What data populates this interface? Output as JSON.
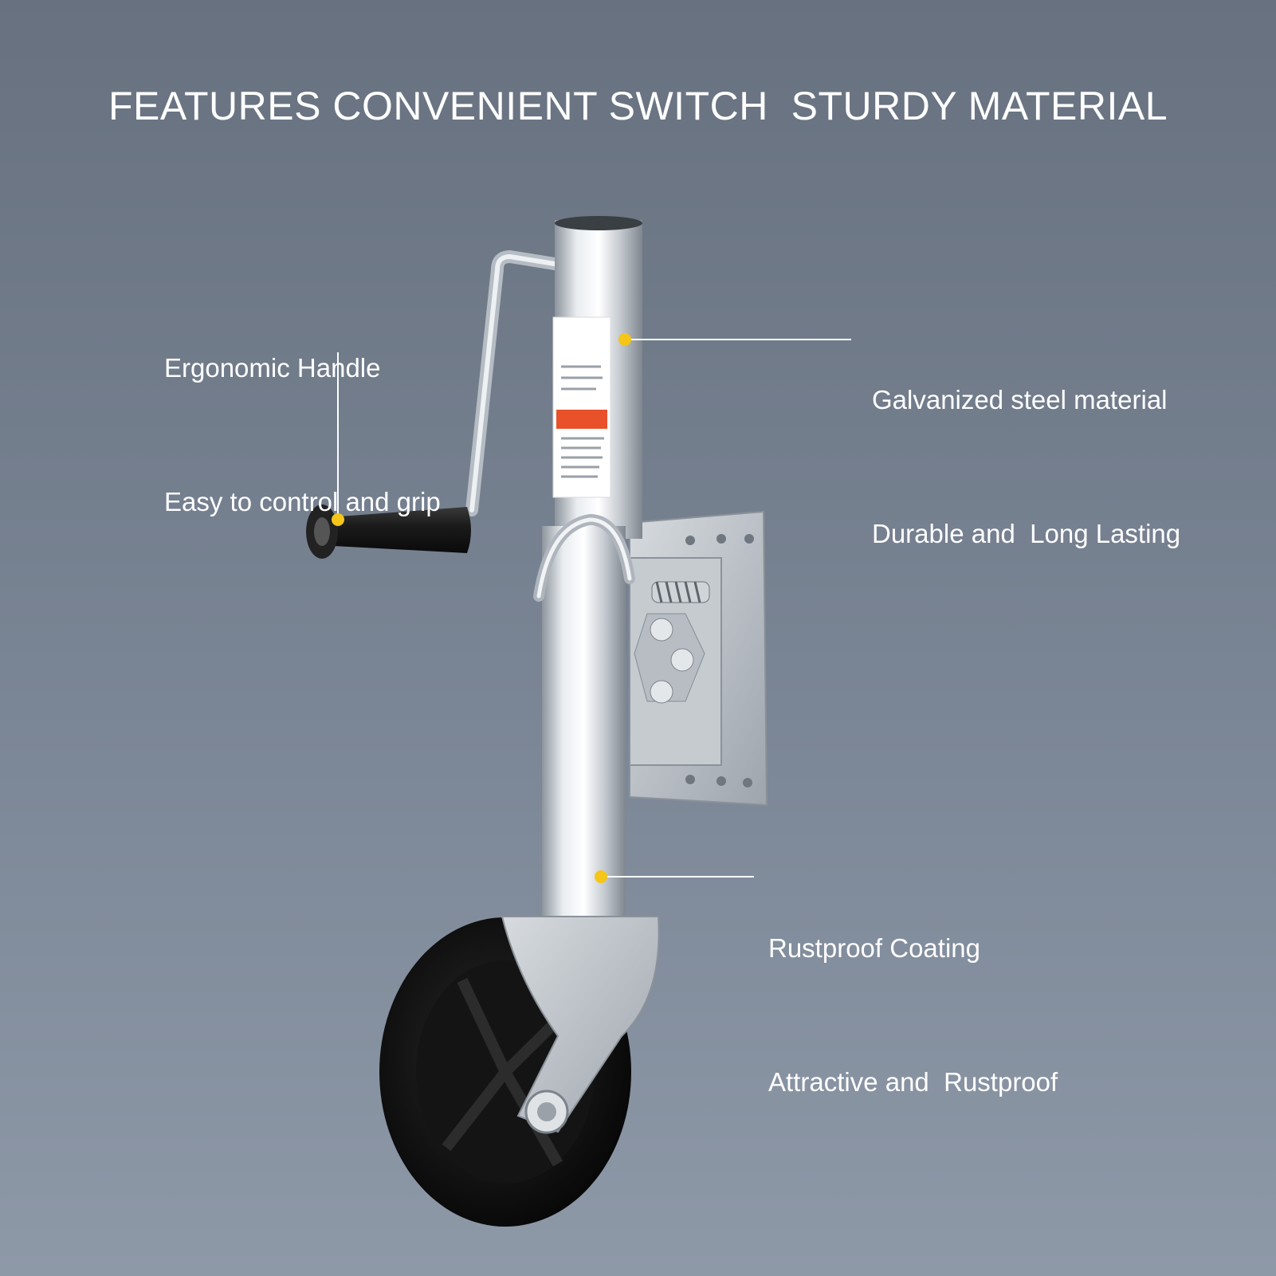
{
  "headline": "FEATURES CONVENIENT SWITCH  STURDY MATERIAL",
  "callouts": {
    "handle": {
      "line1": "Ergonomic Handle",
      "line2": "Easy to control and grip"
    },
    "material": {
      "line1": "Galvanized steel material",
      "line2": "Durable and  Long Lasting"
    },
    "coating": {
      "line1": "Rustproof Coating",
      "line2": "Attractive and  Rustproof"
    }
  },
  "colors": {
    "marker": "#f5c518",
    "leader": "#ffffff",
    "text": "#ffffff",
    "warning_label": "#e8512a"
  }
}
